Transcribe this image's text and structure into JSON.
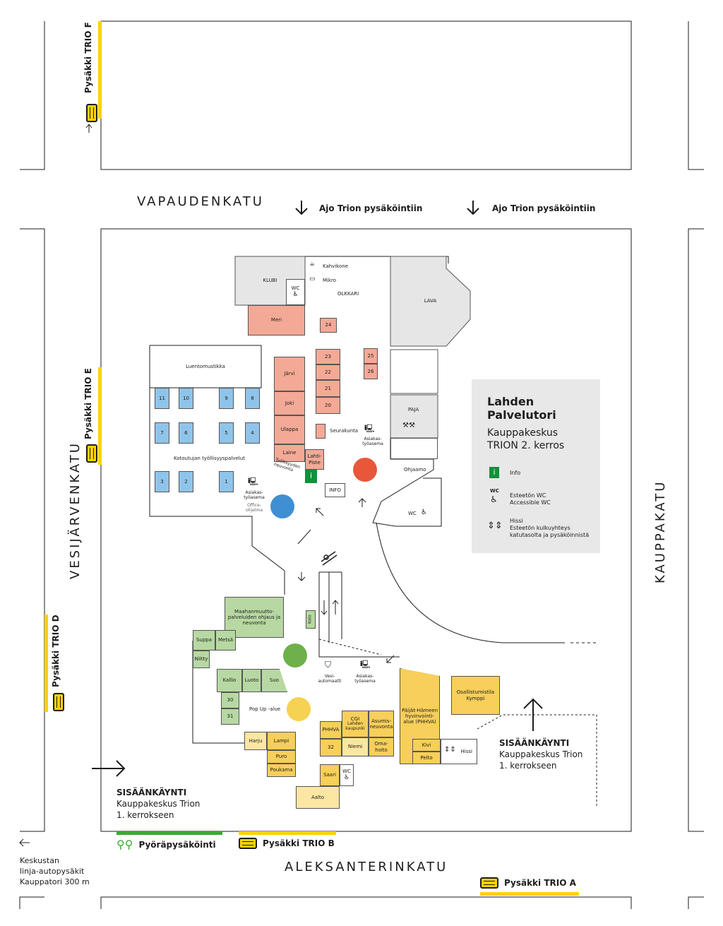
{
  "streets": {
    "north": "VAPAUDENKATU",
    "west": "VESIJÄRVENKATU",
    "east": "KAUPPAKATU",
    "south": "ALEKSANTERINKATU"
  },
  "parking_hint": "Ajo Trion pysäköintiin",
  "bus_stops": {
    "trio_f": "Pysäkki TRIO F",
    "trio_e": "Pysäkki TRIO E",
    "trio_d": "Pysäkki TRIO D",
    "trio_b": "Pysäkki TRIO B",
    "trio_a": "Pysäkki TRIO A"
  },
  "bike_parking": "Pyöräpysäköinti",
  "city_center_note": [
    "Keskustan",
    "linja-autopysäkit",
    "Kauppatori 300 m"
  ],
  "entrances": {
    "west": {
      "title": "SISÄÄNKÄYNTI",
      "line1": "Kauppakeskus Trion",
      "line2": "1. kerrokseen"
    },
    "east": {
      "title": "SISÄÄNKÄYNTI",
      "line1": "Kauppakeskus Trion",
      "line2": "1. kerrokseen"
    }
  },
  "legend": {
    "title_line1": "Lahden",
    "title_line2": "Palvelutori",
    "subtitle_line1": "Kauppakeskus",
    "subtitle_line2": "TRION 2. kerros",
    "info_icon": "i",
    "info_label": "Info",
    "wc_icon_label": "WC",
    "wc_line1": "Esteetön WC",
    "wc_line2": "Accessible WC",
    "lift_line1": "Hissi",
    "lift_line2": "Esteetön kulkuyhteys",
    "lift_line3": "katutasolta ja pysäköinnistä"
  },
  "rooms": {
    "klubi": "KLUBI",
    "wc": "WC",
    "kahvikone": "Kahvikone",
    "mikro": "Mikro",
    "olkkari": "OLKKARI",
    "lava": "LAVA",
    "meri": "Meri",
    "r24": "24",
    "luentomustikka": "Luentomustikka",
    "r11": "11",
    "r10": "10",
    "r9": "9",
    "r8": "8",
    "r7": "7",
    "r6": "6",
    "r5": "5",
    "r4": "4",
    "r3": "3",
    "r2": "2",
    "r1": "1",
    "kotoutujan": "Kotoutujan työllisyyspalvelut",
    "jarvi": "Järvi",
    "joki": "Joki",
    "ulappa": "Ulappa",
    "laine": "Laine",
    "r23": "23",
    "r22": "22",
    "r21": "21",
    "r20": "20",
    "r25": "25",
    "r26": "26",
    "seurakunta": "Seurakunta",
    "lahtipiste": "Lahti-Piste",
    "tyollisyyden": "Työllisyyden neuvonta",
    "asiakastyoasema": "Asiakas-työasema",
    "office": "Office-ohjelma",
    "info": "INFO",
    "paja": "PAJA",
    "ohjaamo": "Ohjaamo",
    "maahanmuutto": "Maahanmuutto-palveluiden ohjaus ja neuvonta",
    "kolo": "Kolo",
    "suppa": "Suppa",
    "metsa": "Metsä",
    "niitty": "Niitty",
    "kallio": "Kallio",
    "luoto": "Luoto",
    "suo": "Suo",
    "r30": "30",
    "r31": "31",
    "popup": "Pop Up -alue",
    "vesiautomaatti": "Vesi-automaatti",
    "phhva_big": "Päijät-Hämeen hyvinvointi-alue (PHHVA)",
    "osallistumistila": "Osallistumistila Kymppi",
    "cgi": "CGI",
    "lahden_kaupunki": "Lahden kaupunki",
    "asumisneuvonta": "Asumis-neuvonta",
    "phhva": "PHHVA",
    "r32": "32",
    "niemi": "Niemi",
    "omahoito": "Oma-hoito",
    "kivi": "Kivi",
    "pelto": "Pelto",
    "hissi": "Hissi",
    "harju": "Harju",
    "lampi": "Lampi",
    "puro": "Puro",
    "poukama": "Poukama",
    "saari": "Saari",
    "aalto": "Aalto"
  },
  "colors": {
    "bus_yellow": "#ffd200",
    "bike_green": "#3aa935",
    "info_green": "#12913a",
    "red_dot": "#e8573a",
    "blue_dot": "#3f8fd2",
    "green_dot": "#6fb04b",
    "yellow_dot": "#f6d252"
  }
}
